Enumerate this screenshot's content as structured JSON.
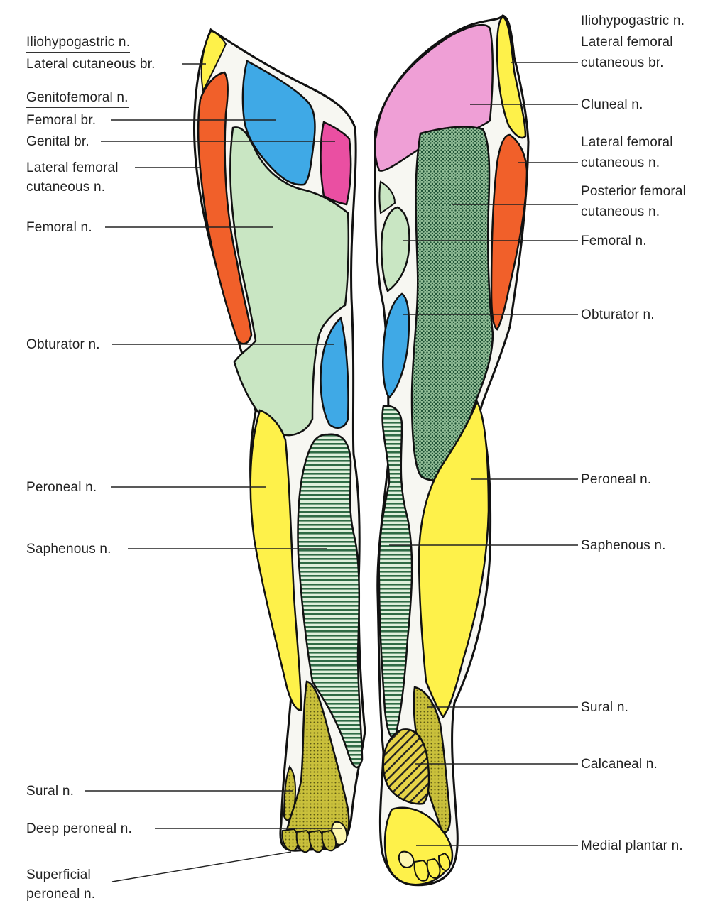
{
  "left_labels": {
    "ilio": "Iliohypogastric n.",
    "lat_cut_br": "Lateral cutaneous br.",
    "genito": "Genitofemoral n.",
    "femoral_br": "Femoral br.",
    "genital_br": "Genital br.",
    "lfc_1": "Lateral femoral",
    "lfc_2": "cutaneous n.",
    "femoral": "Femoral n.",
    "obturator": "Obturator n.",
    "peroneal": "Peroneal n.",
    "saphenous": "Saphenous n.",
    "sural": "Sural n.",
    "deep_peroneal": "Deep peroneal n.",
    "sup_peroneal_1": "Superficial",
    "sup_peroneal_2": "peroneal n."
  },
  "right_labels": {
    "ilio": "Iliohypogastric n.",
    "lfc_br_1": "Lateral femoral",
    "lfc_br_2": "cutaneous br.",
    "cluneal": "Cluneal n.",
    "lfc_1": "Lateral femoral",
    "lfc_2": "cutaneous n.",
    "pfc_1": "Posterior femoral",
    "pfc_2": "cutaneous n.",
    "femoral": "Femoral n.",
    "obturator": "Obturator n.",
    "peroneal": "Peroneal n.",
    "saphenous": "Saphenous n.",
    "sural": "Sural n.",
    "calcaneal": "Calcaneal n.",
    "medial_plantar": "Medial plantar n."
  },
  "colors": {
    "iliohypogastric": "#fef14a",
    "genitofemoral_femoral": "#3fa9e6",
    "genitofemoral_genital": "#ea4fa2",
    "lateral_femoral_cutaneous": "#f1602a",
    "femoral": "#c9e6c3",
    "obturator": "#3fa9e6",
    "peroneal": "#fef14a",
    "saphenous": "#3e7f55",
    "sural": "#b9b23b",
    "cluneal": "#ef9fd6",
    "posterior_femoral_cutaneous": "#4b8d5e",
    "calcaneal": "#d4c23a",
    "medial_plantar": "#fef14a"
  }
}
